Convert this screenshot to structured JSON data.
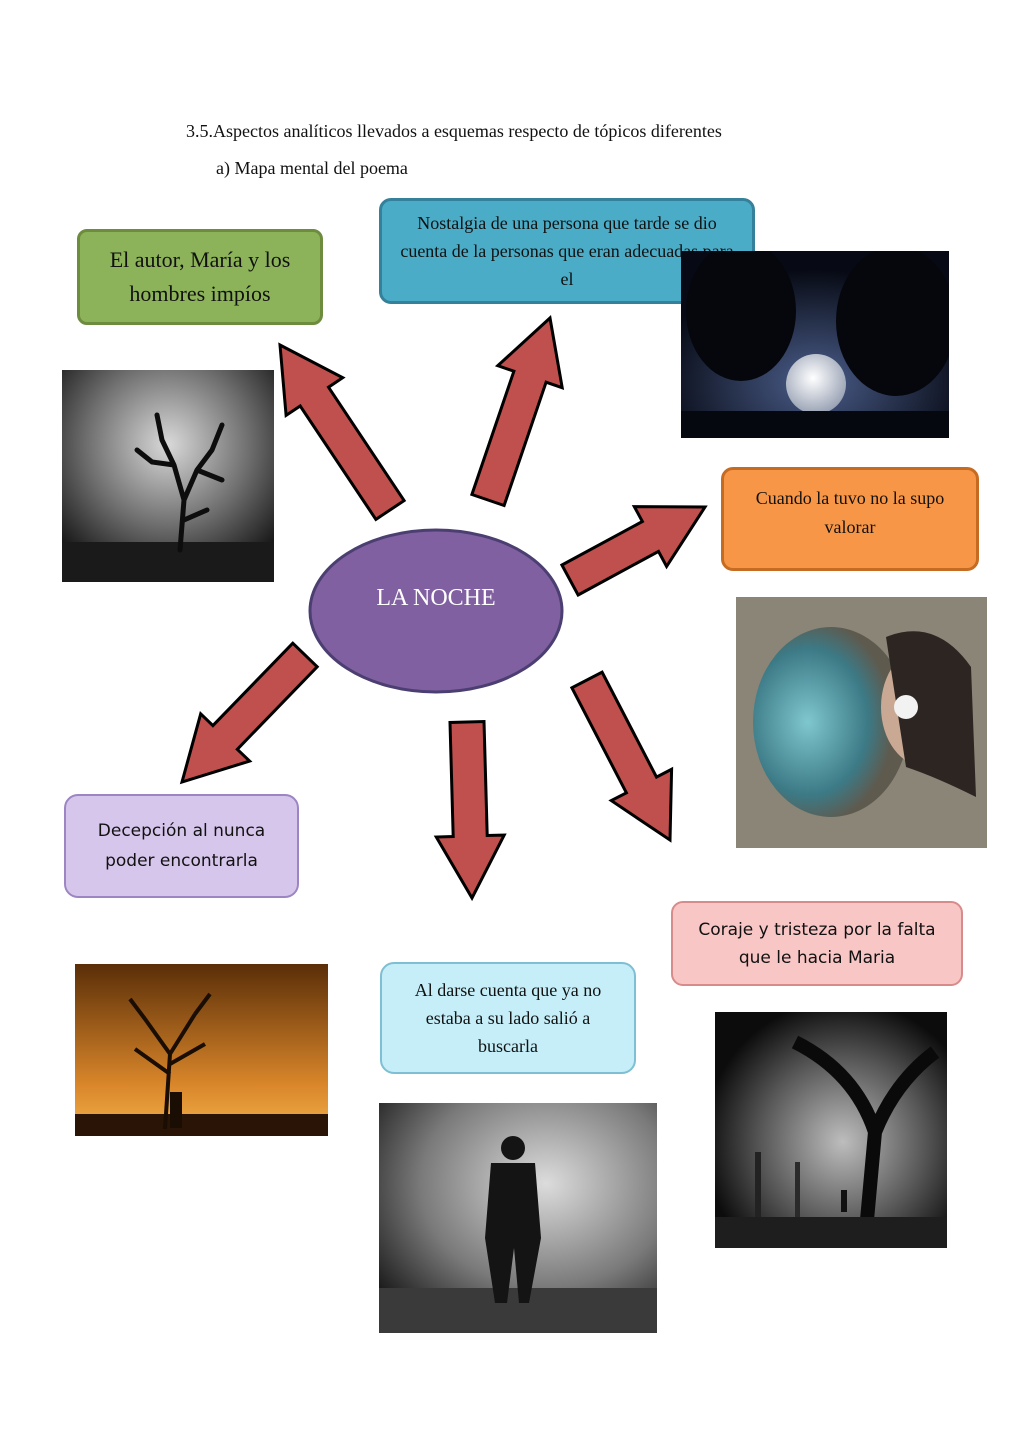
{
  "heading": "3.5.Aspectos analíticos llevados a esquemas respecto de tópicos diferentes",
  "subheading": "a) Mapa mental del poema",
  "center": {
    "label": "LA NOCHE",
    "fill": "#8060a0",
    "stroke": "#4b3f72"
  },
  "arrow_color": "#c0504d",
  "nodes": [
    {
      "id": "autor",
      "text": "El autor, María y los hombres impíos",
      "fill": "#8db35a",
      "border": "#6d8c3e"
    },
    {
      "id": "nostalgia",
      "text": "Nostalgia de una persona que tarde se dio cuenta de la personas que eran adecuadas para el",
      "fill": "#4aacc6",
      "border": "#35809a"
    },
    {
      "id": "cuando",
      "text": "Cuando la tuvo no la supo valorar",
      "fill": "#f79646",
      "border": "#c56b22"
    },
    {
      "id": "decepcion",
      "text": "Decepción al nunca poder encontrarla",
      "fill": "#d7c6ec",
      "border": "#9c85c2"
    },
    {
      "id": "al-darse",
      "text": "Al darse cuenta que ya no estaba a su lado salió a buscarla",
      "fill": "#c5eef8",
      "border": "#7fbfd3"
    },
    {
      "id": "coraje",
      "text": "Coraje y tristeza por la falta que le hacia Maria",
      "fill": "#f9c6c6",
      "border": "#d78b8b"
    }
  ],
  "photos": [
    {
      "id": "dead-tree",
      "icon": "dead-tree-photo"
    },
    {
      "id": "moon",
      "icon": "full-moon-photo"
    },
    {
      "id": "woman",
      "icon": "woman-fantasy-photo"
    },
    {
      "id": "tree-sunset",
      "icon": "tree-sunset-photo"
    },
    {
      "id": "man-walking",
      "icon": "man-walking-photo"
    },
    {
      "id": "dark-trees",
      "icon": "dark-trees-photo"
    }
  ]
}
